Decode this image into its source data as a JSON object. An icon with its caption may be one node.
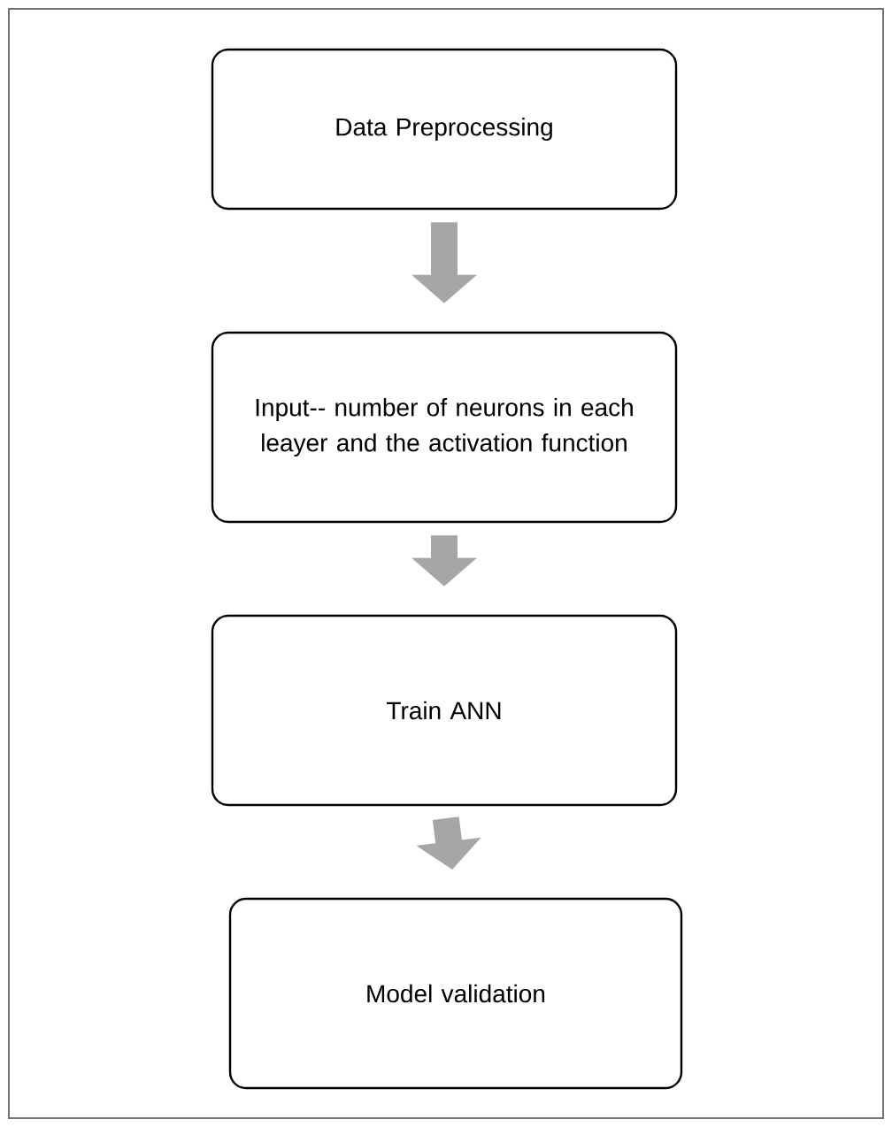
{
  "diagram": {
    "nodes": [
      {
        "text": [
          "Data Preprocessing"
        ]
      },
      {
        "text": [
          "Input-- number of neurons in each leayer and the activation function"
        ]
      },
      {
        "text": [
          "Train ANN"
        ]
      },
      {
        "text": [
          "Model validation"
        ]
      }
    ],
    "edges": [
      {
        "from": 0,
        "to": 1,
        "arrow": "to",
        "color": "#a6a6a6"
      },
      {
        "from": 1,
        "to": 2,
        "arrow": "to",
        "color": "#a6a6a6"
      },
      {
        "from": 2,
        "to": 3,
        "arrow": "to",
        "color": "#a6a6a6"
      }
    ]
  }
}
